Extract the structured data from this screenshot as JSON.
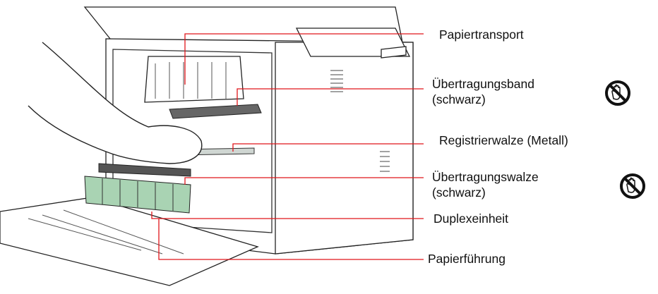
{
  "labels": [
    {
      "id": "papiertransport",
      "text": "Papiertransport"
    },
    {
      "id": "uebertragungsband",
      "text": "Übertragungsband",
      "sub": "(schwarz)",
      "warning": true
    },
    {
      "id": "registrierwalze",
      "text": "Registrierwalze (Metall)"
    },
    {
      "id": "uebertragungswalze",
      "text": "Übertragungswalze",
      "sub": "(schwarz)",
      "warning": true
    },
    {
      "id": "duplexeinheit",
      "text": "Duplexeinheit"
    },
    {
      "id": "papierfuehrung",
      "text": "Papierführung"
    }
  ],
  "icons": {
    "no_touch": "no-touch-hand-icon"
  },
  "colors": {
    "line": "#e0161b",
    "ink": "#111111",
    "printer_fill": "#ffffff",
    "roller": "#555555",
    "duplex_green": "#a9d3b3"
  }
}
